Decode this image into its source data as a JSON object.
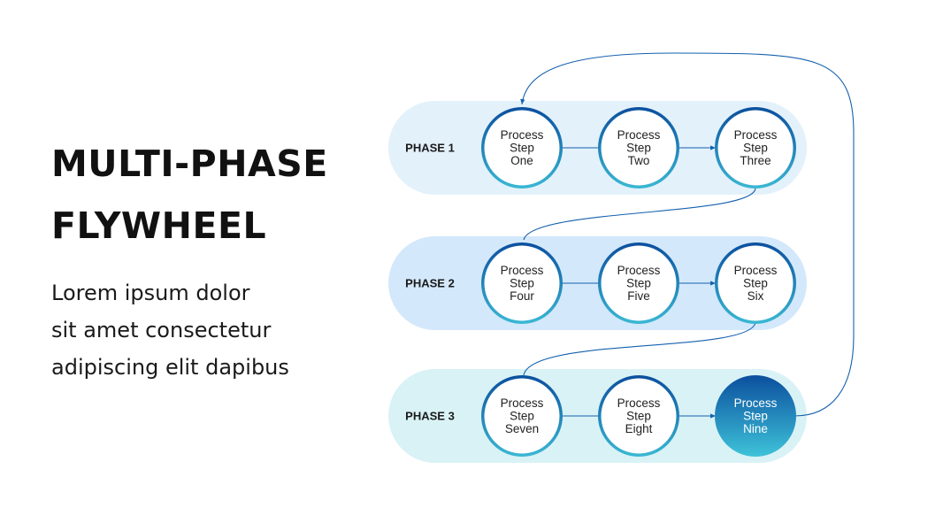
{
  "title": {
    "line1": "MULTI-PHASE",
    "line2": "FLYWHEEL"
  },
  "body": {
    "line1": "Lorem ipsum dolor",
    "line2": "sit amet consectetur",
    "line3": "adipiscing elit dapibus"
  },
  "colors": {
    "phase1_band": "#e3f1fb",
    "phase2_band": "#d3e8fb",
    "phase3_band": "#d9f2f6",
    "ring_top": "#0b4f9e",
    "ring_bottom": "#3ab8d3",
    "connector": "#1560ae"
  },
  "phases": [
    {
      "label": "PHASE 1",
      "steps": [
        {
          "lines": [
            "Process",
            "Step",
            "One"
          ],
          "highlight": false
        },
        {
          "lines": [
            "Process",
            "Step",
            "Two"
          ],
          "highlight": false
        },
        {
          "lines": [
            "Process",
            "Step",
            "Three"
          ],
          "highlight": false
        }
      ]
    },
    {
      "label": "PHASE 2",
      "steps": [
        {
          "lines": [
            "Process",
            "Step",
            "Four"
          ],
          "highlight": false
        },
        {
          "lines": [
            "Process",
            "Step",
            "Five"
          ],
          "highlight": false
        },
        {
          "lines": [
            "Process",
            "Step",
            "Six"
          ],
          "highlight": false
        }
      ]
    },
    {
      "label": "PHASE 3",
      "steps": [
        {
          "lines": [
            "Process",
            "Step",
            "Seven"
          ],
          "highlight": false
        },
        {
          "lines": [
            "Process",
            "Step",
            "Eight"
          ],
          "highlight": false
        },
        {
          "lines": [
            "Process",
            "Step",
            "Nine"
          ],
          "highlight": true
        }
      ]
    }
  ]
}
